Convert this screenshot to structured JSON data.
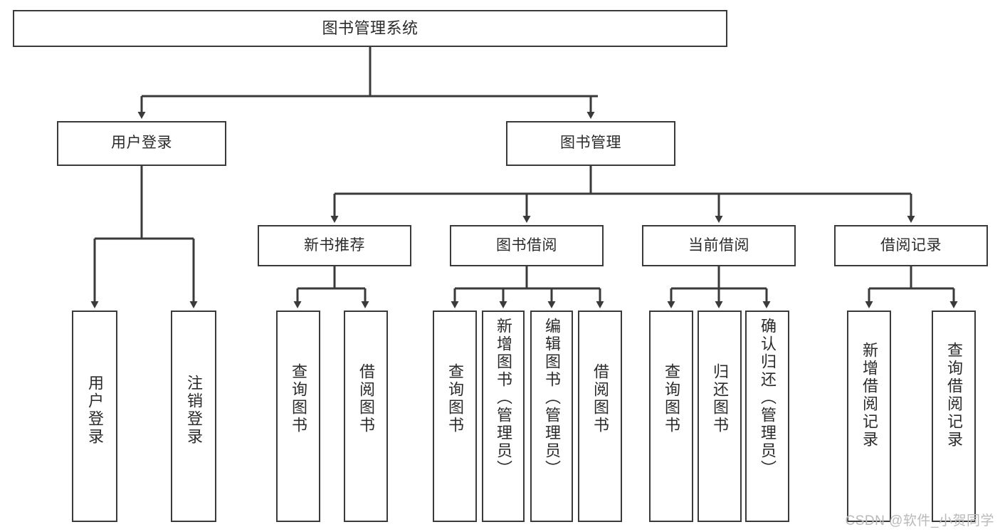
{
  "diagram": {
    "title": "图书管理系统",
    "type": "tree-hierarchy",
    "root": {
      "label": "图书管理系统"
    },
    "level2": [
      {
        "label": "用户登录"
      },
      {
        "label": "图书管理"
      }
    ],
    "level3": [
      {
        "label": "新书推荐"
      },
      {
        "label": "图书借阅"
      },
      {
        "label": "当前借阅"
      },
      {
        "label": "借阅记录"
      }
    ],
    "leaves": {
      "user_login": [
        {
          "label": "用户登录"
        },
        {
          "label": "注销登录"
        }
      ],
      "new_book_recommend": [
        {
          "label": "查询图书"
        },
        {
          "label": "借阅图书"
        }
      ],
      "book_borrow": [
        {
          "label": "查询图书"
        },
        {
          "label": "新增图书（管理员）"
        },
        {
          "label": "编辑图书（管理员）"
        },
        {
          "label": "借阅图书"
        }
      ],
      "current_borrow": [
        {
          "label": "查询图书"
        },
        {
          "label": "归还图书"
        },
        {
          "label": "确认归还（管理员）"
        }
      ],
      "borrow_record": [
        {
          "label": "新增借阅记录"
        },
        {
          "label": "查询借阅记录"
        }
      ]
    }
  },
  "watermark": {
    "text": "CSDN @软件_小贺同学"
  },
  "colors": {
    "box_border": "#3a3a3a",
    "box_fill": "#ffffff",
    "connector": "#3a3a3a",
    "text": "#2b2b2b",
    "watermark": "#b9b9b9"
  }
}
